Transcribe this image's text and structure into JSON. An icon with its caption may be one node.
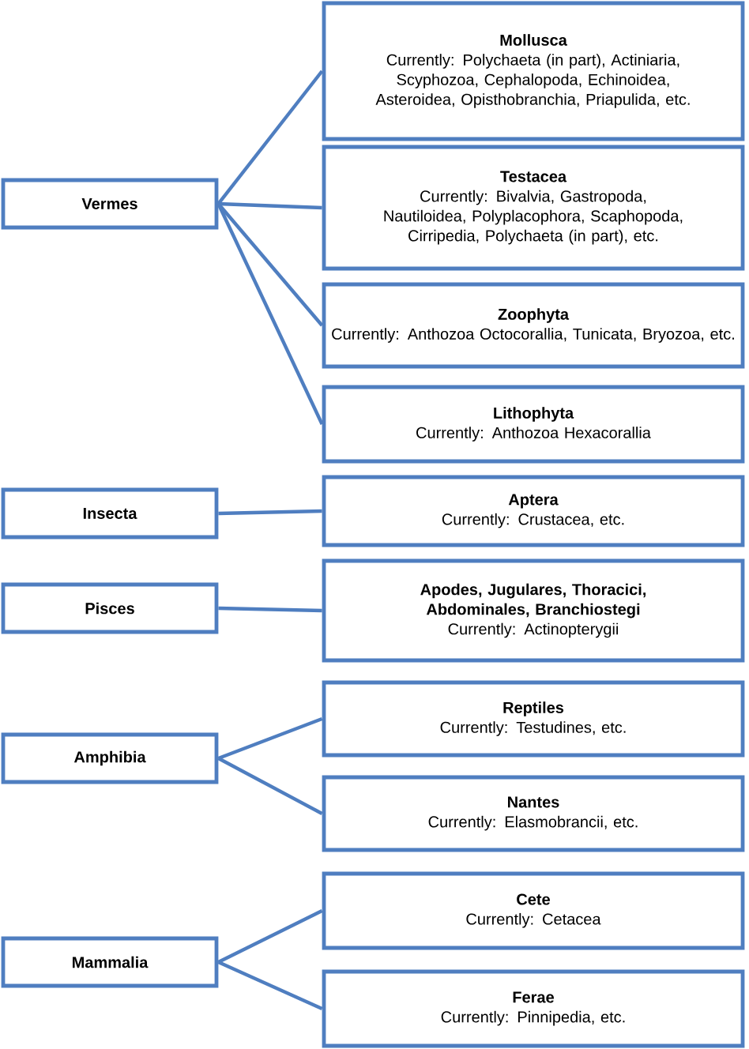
{
  "diagram": {
    "nodes": [
      {
        "text": [
          "Vermes"
        ]
      },
      {
        "text": [
          "Mollusca",
          "Currently: Polychaeta (in part), Actiniaria, Scyphozoa, Cephalopoda, Echinoidea, Asteroidea, Opisthobranchia, Priapulida, etc."
        ]
      },
      {
        "text": [
          "Testacea",
          "Currently:  Bivalvia, Gastropoda, Nautiloidea, Polyplacophora,  Scaphopoda, Cirripedia, Polychaeta (in part), etc."
        ]
      },
      {
        "text": [
          "Zoophyta",
          "Currently:  Anthozoa Octocorallia, Tunicata, Bryozoa, etc."
        ]
      },
      {
        "text": [
          "Lithophyta",
          "Currently:  Anthozoa Hexacorallia"
        ]
      },
      {
        "text": [
          "Insecta"
        ]
      },
      {
        "text": [
          "Aptera",
          "Currently:  Crustacea, etc."
        ]
      },
      {
        "text": [
          "Pisces"
        ]
      },
      {
        "text": [
          "Apodes, Jugulares, Thoracici, Abdominales, Branchiostegi",
          "Currently: Actinopterygii"
        ]
      },
      {
        "text": [
          "Amphibia"
        ]
      },
      {
        "text": [
          "Reptiles",
          "Currently:  Testudines, etc."
        ]
      },
      {
        "text": [
          "Nantes",
          "Currently: Elasmobrancii, etc."
        ]
      },
      {
        "text": [
          "Mammalia"
        ]
      },
      {
        "text": [
          "Cete",
          "Currently: Cetacea"
        ]
      },
      {
        "text": [
          "Ferae",
          "Currently: Pinnipedia, etc."
        ]
      }
    ],
    "edges": [
      {
        "from": 0,
        "to": 1,
        "arrow": "none"
      },
      {
        "from": 0,
        "to": 2,
        "arrow": "none"
      },
      {
        "from": 0,
        "to": 3,
        "arrow": "none"
      },
      {
        "from": 0,
        "to": 4,
        "arrow": "none"
      },
      {
        "from": 5,
        "to": 6,
        "arrow": "none"
      },
      {
        "from": 7,
        "to": 8,
        "arrow": "none"
      },
      {
        "from": 9,
        "to": 10,
        "arrow": "none"
      },
      {
        "from": 9,
        "to": 11,
        "arrow": "none"
      },
      {
        "from": 12,
        "to": 13,
        "arrow": "none"
      },
      {
        "from": 12,
        "to": 14,
        "arrow": "none"
      }
    ]
  }
}
